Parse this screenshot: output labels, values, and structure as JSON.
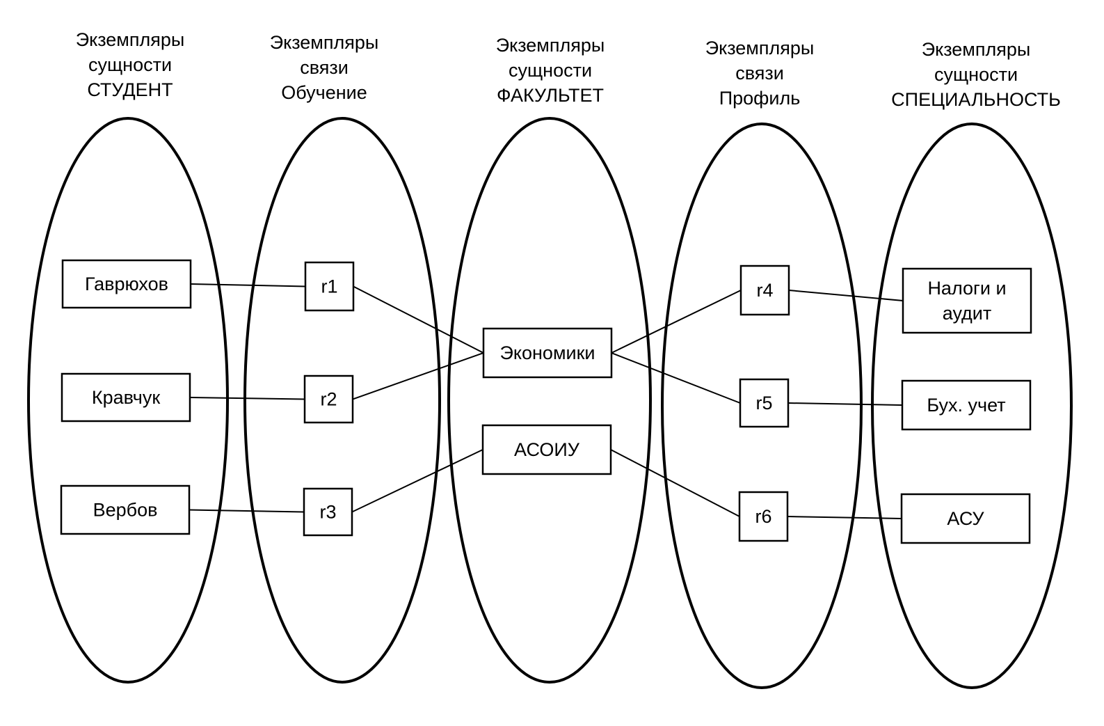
{
  "columns": [
    {
      "id": "student",
      "header": [
        "Экземпляры",
        "сущности",
        "СТУДЕНТ"
      ]
    },
    {
      "id": "training",
      "header": [
        "Экземпляры",
        "связи",
        "Обучение"
      ]
    },
    {
      "id": "faculty",
      "header": [
        "Экземпляры",
        "сущности",
        "ФАКУЛЬТЕТ"
      ]
    },
    {
      "id": "profile",
      "header": [
        "Экземпляры",
        "связи",
        "Профиль"
      ]
    },
    {
      "id": "specialty",
      "header": [
        "Экземпляры",
        "сущности",
        "СПЕЦИАЛЬНОСТЬ"
      ]
    }
  ],
  "nodes": {
    "gavryukhov": [
      "Гаврюхов"
    ],
    "kravchuk": [
      "Кравчук"
    ],
    "verbov": [
      "Вербов"
    ],
    "r1": [
      "r1"
    ],
    "r2": [
      "r2"
    ],
    "r3": [
      "r3"
    ],
    "economics": [
      "Экономики"
    ],
    "asoiu": [
      "АСОИУ"
    ],
    "r4": [
      "r4"
    ],
    "r5": [
      "r5"
    ],
    "r6": [
      "r6"
    ],
    "taxes": [
      "Налоги и",
      "аудит"
    ],
    "accounting": [
      "Бух. учет"
    ],
    "asu": [
      "АСУ"
    ]
  },
  "links": [
    [
      "gavryukhov",
      "r1"
    ],
    [
      "kravchuk",
      "r2"
    ],
    [
      "verbov",
      "r3"
    ],
    [
      "r1",
      "economics"
    ],
    [
      "r2",
      "economics"
    ],
    [
      "r3",
      "asoiu"
    ],
    [
      "economics",
      "r4"
    ],
    [
      "economics",
      "r5"
    ],
    [
      "asoiu",
      "r6"
    ],
    [
      "r4",
      "taxes"
    ],
    [
      "r5",
      "accounting"
    ],
    [
      "r6",
      "asu"
    ]
  ]
}
